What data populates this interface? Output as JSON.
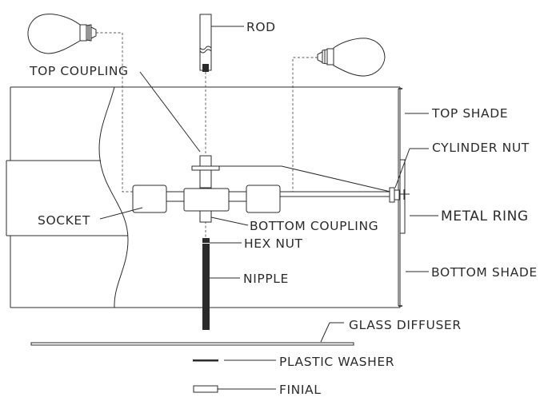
{
  "labels": {
    "rod": "ROD",
    "top_coupling": "TOP COUPLING",
    "top_shade": "TOP SHADE",
    "cylinder_nut": "CYLINDER NUT",
    "socket": "SOCKET",
    "bottom_coupling": "BOTTOM COUPLING",
    "metal_ring": "METAL RING",
    "hex_nut": "HEX NUT",
    "nipple": "NIPPLE",
    "bottom_shade": "BOTTOM SHADE",
    "glass_diffuser": "GLASS DIFFUSER",
    "plastic_washer": "PLASTIC WASHER",
    "finial": "FINIAL"
  },
  "icons": [
    "light-bulb-icon",
    "light-bulb-icon"
  ],
  "colors": {
    "line": "#2b2b2b",
    "background": "#ffffff"
  }
}
